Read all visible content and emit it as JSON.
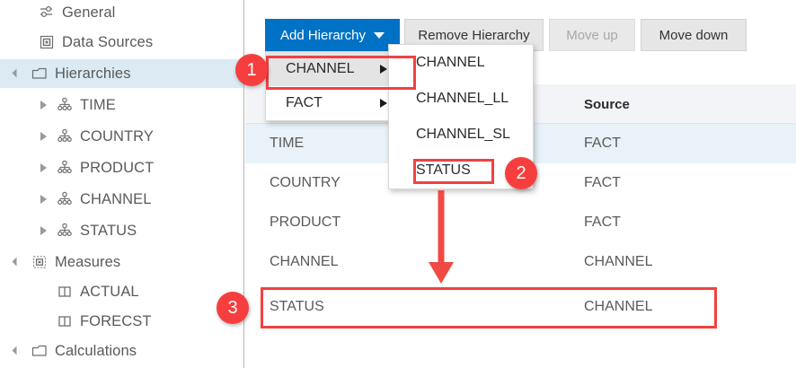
{
  "sidebar": {
    "items": [
      {
        "label": "General",
        "icon": "sliders-icon",
        "indent": 0,
        "twisty": "none",
        "selected": false
      },
      {
        "label": "Data Sources",
        "icon": "datasource-icon",
        "indent": 0,
        "twisty": "none",
        "selected": false
      },
      {
        "label": "Hierarchies",
        "icon": "folder-icon",
        "indent": 0,
        "twisty": "open",
        "selected": true
      },
      {
        "label": "TIME",
        "icon": "hierarchy-icon",
        "indent": 1,
        "twisty": "closed",
        "selected": false
      },
      {
        "label": "COUNTRY",
        "icon": "hierarchy-icon",
        "indent": 1,
        "twisty": "closed",
        "selected": false
      },
      {
        "label": "PRODUCT",
        "icon": "hierarchy-icon",
        "indent": 1,
        "twisty": "closed",
        "selected": false
      },
      {
        "label": "CHANNEL",
        "icon": "hierarchy-icon",
        "indent": 1,
        "twisty": "closed",
        "selected": false
      },
      {
        "label": "STATUS",
        "icon": "hierarchy-icon",
        "indent": 1,
        "twisty": "closed",
        "selected": false
      },
      {
        "label": "Measures",
        "icon": "measures-icon",
        "indent": 0,
        "twisty": "open",
        "selected": false
      },
      {
        "label": "ACTUAL",
        "icon": "measure-icon",
        "indent": 1,
        "twisty": "none",
        "selected": false
      },
      {
        "label": "FORECST",
        "icon": "measure-icon",
        "indent": 1,
        "twisty": "none",
        "selected": false
      },
      {
        "label": "Calculations",
        "icon": "folder-icon",
        "indent": 0,
        "twisty": "open",
        "selected": false
      }
    ]
  },
  "toolbar": {
    "add_hierarchy": "Add Hierarchy",
    "remove_hierarchy": "Remove Hierarchy",
    "move_up": "Move up",
    "move_down": "Move down"
  },
  "menu": {
    "items": [
      {
        "label": "CHANNEL",
        "has_submenu": true,
        "hovered": true
      },
      {
        "label": "FACT",
        "has_submenu": true,
        "hovered": false
      }
    ]
  },
  "submenu": {
    "items": [
      {
        "label": "CHANNEL",
        "highlighted": false
      },
      {
        "label": "CHANNEL_LL",
        "highlighted": false
      },
      {
        "label": "CHANNEL_SL",
        "highlighted": false
      },
      {
        "label": "STATUS",
        "highlighted": true
      }
    ]
  },
  "table": {
    "columns": [
      "",
      "Source"
    ],
    "rows": [
      {
        "name": "TIME",
        "source": "FACT",
        "selected": true,
        "highlighted": false
      },
      {
        "name": "COUNTRY",
        "source": "FACT",
        "selected": false,
        "highlighted": false
      },
      {
        "name": "PRODUCT",
        "source": "FACT",
        "selected": false,
        "highlighted": false
      },
      {
        "name": "CHANNEL",
        "source": "CHANNEL",
        "selected": false,
        "highlighted": false
      },
      {
        "name": "STATUS",
        "source": "CHANNEL",
        "selected": false,
        "highlighted": true
      }
    ]
  },
  "annotations": {
    "badges": [
      {
        "number": "1"
      },
      {
        "number": "2"
      },
      {
        "number": "3"
      }
    ],
    "accent_color": "#f73e3e",
    "primary_color": "#0072c6",
    "selection_color": "#e8f2f8"
  }
}
